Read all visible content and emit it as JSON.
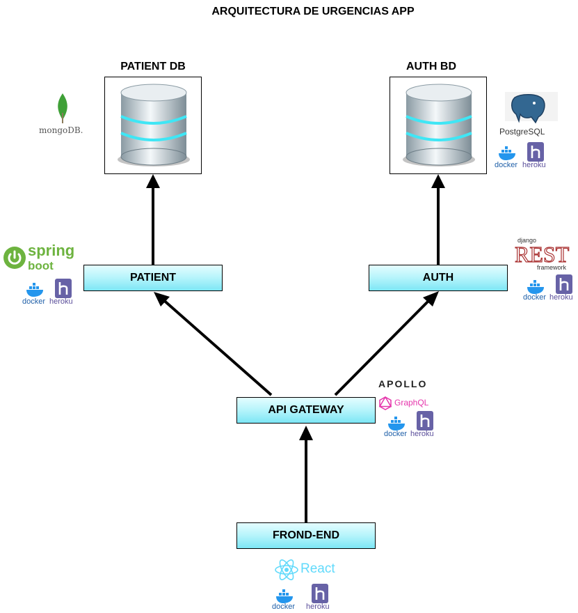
{
  "title": "ARQUITECTURA DE URGENCIAS APP",
  "nodes": {
    "patient_db": "PATIENT DB",
    "auth_db": "AUTH BD",
    "patient": "PATIENT",
    "auth": "AUTH",
    "api_gateway": "API GATEWAY",
    "frontend": "FROND-END"
  },
  "logos": {
    "mongodb": "mongoDB.",
    "postgresql": "PostgreSQL",
    "spring_top": "spring",
    "spring_bottom": "boot",
    "django": "django",
    "rest": "REST",
    "framework": "framework",
    "apollo": "APOLLO",
    "graphql": "GraphQL",
    "react": "React",
    "docker": "docker",
    "heroku": "heroku"
  },
  "colors": {
    "box_fill": "#b5f4fb",
    "mongo_green": "#3fa037",
    "spring_green": "#6db33f",
    "postgres_blue": "#336791",
    "docker_blue": "#2496ed",
    "heroku_purple": "#6762a6",
    "react_blue": "#61dafb",
    "graphql_pink": "#e535ab"
  },
  "icons": [
    "database-icon",
    "mongodb-leaf-icon",
    "postgres-elephant-icon",
    "spring-power-icon",
    "docker-whale-icon",
    "heroku-icon",
    "graphql-icon",
    "react-atom-icon"
  ]
}
